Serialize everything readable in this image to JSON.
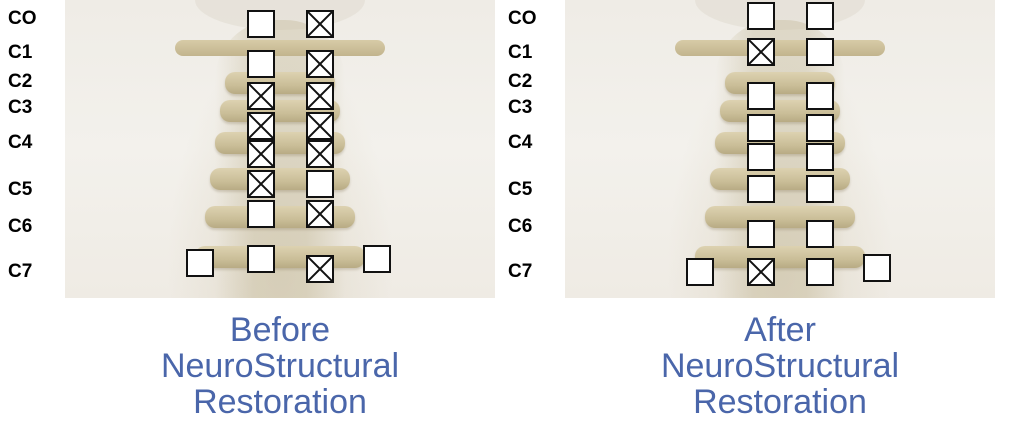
{
  "levels": [
    "CO",
    "C1",
    "C2",
    "C3",
    "C4",
    "C5",
    "C6",
    "C7"
  ],
  "panels": [
    {
      "id": "before",
      "caption": [
        "Before",
        "NeuroStructural",
        "Restoration"
      ],
      "markers": [
        {
          "level": "CO",
          "side": "left",
          "marked": false
        },
        {
          "level": "CO",
          "side": "right",
          "marked": true
        },
        {
          "level": "C1",
          "side": "left",
          "marked": false
        },
        {
          "level": "C1",
          "side": "right",
          "marked": true
        },
        {
          "level": "C2",
          "side": "left",
          "marked": true
        },
        {
          "level": "C2",
          "side": "right",
          "marked": true
        },
        {
          "level": "C3",
          "side": "left",
          "marked": true
        },
        {
          "level": "C3",
          "side": "right",
          "marked": true
        },
        {
          "level": "C4",
          "side": "left",
          "marked": true
        },
        {
          "level": "C4",
          "side": "right",
          "marked": true
        },
        {
          "level": "C5",
          "side": "left",
          "marked": true
        },
        {
          "level": "C5",
          "side": "right",
          "marked": false
        },
        {
          "level": "C6",
          "side": "left",
          "marked": false
        },
        {
          "level": "C6",
          "side": "right",
          "marked": true
        },
        {
          "level": "C7",
          "side": "far-left",
          "marked": false
        },
        {
          "level": "C7",
          "side": "left",
          "marked": false
        },
        {
          "level": "C7",
          "side": "right",
          "marked": true
        },
        {
          "level": "C7",
          "side": "far-right",
          "marked": false
        }
      ]
    },
    {
      "id": "after",
      "caption": [
        "After",
        "NeuroStructural",
        "Restoration"
      ],
      "markers": [
        {
          "level": "CO",
          "side": "left",
          "marked": false
        },
        {
          "level": "CO",
          "side": "right",
          "marked": false
        },
        {
          "level": "C1",
          "side": "left",
          "marked": true
        },
        {
          "level": "C1",
          "side": "right",
          "marked": false
        },
        {
          "level": "C2",
          "side": "left",
          "marked": false
        },
        {
          "level": "C2",
          "side": "right",
          "marked": false
        },
        {
          "level": "C3",
          "side": "left",
          "marked": false
        },
        {
          "level": "C3",
          "side": "right",
          "marked": false
        },
        {
          "level": "C4",
          "side": "left",
          "marked": false
        },
        {
          "level": "C4",
          "side": "right",
          "marked": false
        },
        {
          "level": "C5",
          "side": "left",
          "marked": false
        },
        {
          "level": "C5",
          "side": "right",
          "marked": false
        },
        {
          "level": "C6",
          "side": "left",
          "marked": false
        },
        {
          "level": "C6",
          "side": "right",
          "marked": false
        },
        {
          "level": "C7",
          "side": "far-left",
          "marked": false
        },
        {
          "level": "C7",
          "side": "left",
          "marked": true
        },
        {
          "level": "C7",
          "side": "right",
          "marked": false
        },
        {
          "level": "C7",
          "side": "far-right",
          "marked": false
        }
      ]
    }
  ],
  "colors": {
    "caption": "#4a66aa",
    "box_border": "#111111"
  }
}
